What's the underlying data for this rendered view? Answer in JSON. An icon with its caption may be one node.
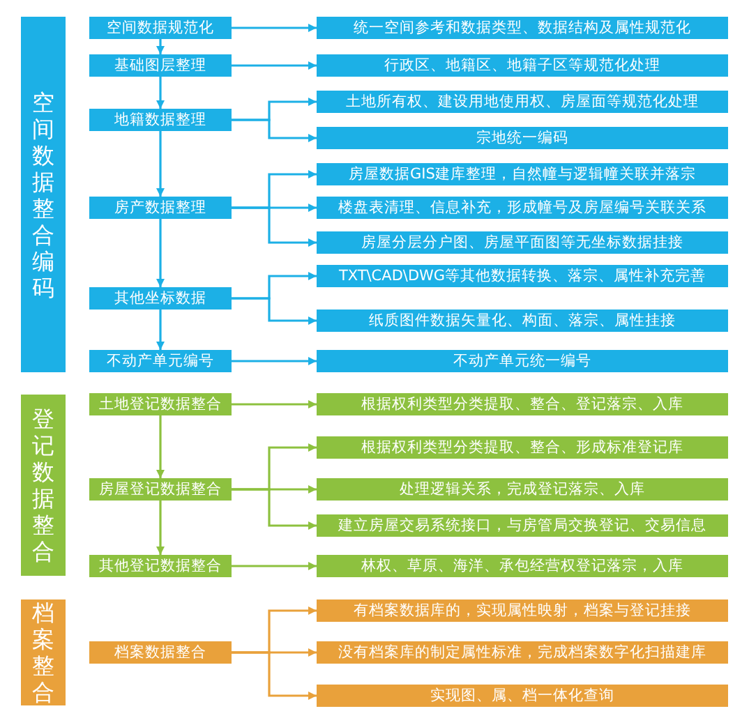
{
  "diagram": {
    "nodes": [
      {
        "text": [
          "空间数据整合编码"
        ]
      },
      {
        "text": [
          "空间数据规范化"
        ]
      },
      {
        "text": [
          "统一空间参考和数据类型、数据结构及属性规范化"
        ]
      },
      {
        "text": [
          "基础图层整理"
        ]
      },
      {
        "text": [
          "行政区、地籍区、地籍子区等规范化处理"
        ]
      },
      {
        "text": [
          "地籍数据整理"
        ]
      },
      {
        "text": [
          "土地所有权、建设用地使用权、房屋面等规范化处理"
        ]
      },
      {
        "text": [
          "宗地统一编码"
        ]
      },
      {
        "text": [
          "房产数据整理"
        ]
      },
      {
        "text": [
          "房屋数据GIS建库整理，自然幢与逻辑幢关联并落宗"
        ]
      },
      {
        "text": [
          "楼盘表清理、信息补充，形成幢号及房屋编号关联关系"
        ]
      },
      {
        "text": [
          "房屋分层分户图、房屋平面图等无坐标数据挂接"
        ]
      },
      {
        "text": [
          "其他坐标数据"
        ]
      },
      {
        "text": [
          "TXT\\CAD\\DWG等其他数据转换、落宗、属性补充完善"
        ]
      },
      {
        "text": [
          "纸质图件数据矢量化、构面、落宗、属性挂接"
        ]
      },
      {
        "text": [
          "不动产单元编号"
        ]
      },
      {
        "text": [
          "不动产单元统一编号"
        ]
      },
      {
        "text": [
          "登记数据整合"
        ]
      },
      {
        "text": [
          "土地登记数据整合"
        ]
      },
      {
        "text": [
          "根据权利类型分类提取、整合、登记落宗、入库"
        ]
      },
      {
        "text": [
          "房屋登记数据整合"
        ]
      },
      {
        "text": [
          "根据权利类型分类提取、整合、形成标准登记库"
        ]
      },
      {
        "text": [
          "处理逻辑关系，完成登记落宗、入库"
        ]
      },
      {
        "text": [
          "建立房屋交易系统接口，与房管局交换登记、交易信息"
        ]
      },
      {
        "text": [
          "其他登记数据整合"
        ]
      },
      {
        "text": [
          "林权、草原、海洋、承包经营权登记落宗，入库"
        ]
      },
      {
        "text": [
          "档案整合"
        ]
      },
      {
        "text": [
          "档案数据整合"
        ]
      },
      {
        "text": [
          "有档案数据库的，实现属性映射，档案与登记挂接"
        ]
      },
      {
        "text": [
          "没有档案库的制定属性标准，完成档案数字化扫描建库"
        ]
      },
      {
        "text": [
          "实现图、属、档一体化查询"
        ]
      }
    ],
    "edges": [
      {
        "from": 1,
        "to": 2,
        "arrow": "to"
      },
      {
        "from": 1,
        "to": 3,
        "arrow": "to"
      },
      {
        "from": 3,
        "to": 4,
        "arrow": "to"
      },
      {
        "from": 3,
        "to": 5,
        "arrow": "to"
      },
      {
        "from": 5,
        "to": 6,
        "arrow": "to"
      },
      {
        "from": 5,
        "to": 7,
        "arrow": "to"
      },
      {
        "from": 5,
        "to": 8,
        "arrow": "to"
      },
      {
        "from": 8,
        "to": 9,
        "arrow": "to"
      },
      {
        "from": 8,
        "to": 10,
        "arrow": "to"
      },
      {
        "from": 8,
        "to": 11,
        "arrow": "to"
      },
      {
        "from": 8,
        "to": 12,
        "arrow": "to"
      },
      {
        "from": 12,
        "to": 13,
        "arrow": "to"
      },
      {
        "from": 12,
        "to": 14,
        "arrow": "to"
      },
      {
        "from": 12,
        "to": 15,
        "arrow": "to"
      },
      {
        "from": 15,
        "to": 16,
        "arrow": "to"
      },
      {
        "from": 18,
        "to": 19,
        "arrow": "to",
        "color": "#8dc13f"
      },
      {
        "from": 18,
        "to": 20,
        "arrow": "to",
        "color": "#8dc13f"
      },
      {
        "from": 20,
        "to": 21,
        "arrow": "to",
        "color": "#8dc13f"
      },
      {
        "from": 20,
        "to": 22,
        "arrow": "to",
        "color": "#8dc13f"
      },
      {
        "from": 20,
        "to": 23,
        "arrow": "to",
        "color": "#8dc13f"
      },
      {
        "from": 20,
        "to": 24,
        "arrow": "to",
        "color": "#8dc13f"
      },
      {
        "from": 24,
        "to": 25,
        "arrow": "to",
        "color": "#8dc13f"
      },
      {
        "from": 27,
        "to": 28,
        "arrow": "to",
        "color": "#e9a13b"
      },
      {
        "from": 27,
        "to": 29,
        "arrow": "to",
        "color": "#e9a13b"
      },
      {
        "from": 27,
        "to": 30,
        "arrow": "to",
        "color": "#e9a13b"
      }
    ]
  }
}
